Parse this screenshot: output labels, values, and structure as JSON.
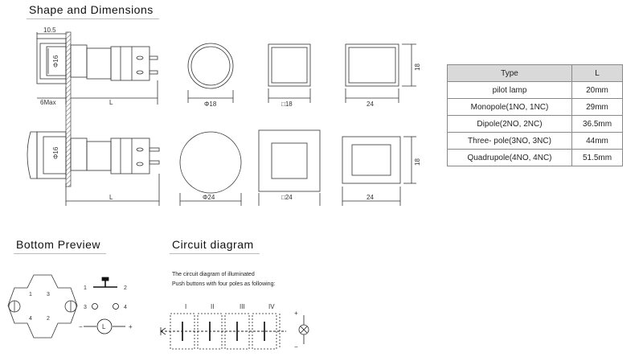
{
  "sections": {
    "shape": "Shape and Dimensions",
    "bottom": "Bottom Preview",
    "circuit": "Circuit diagram"
  },
  "dims": {
    "d105": "10.5",
    "d6max": "6Max",
    "dL": "L",
    "phi16": "Φ16",
    "phi18": "Φ18",
    "sq18": "□18",
    "d24": "24",
    "d18": "18",
    "phi24": "Φ24",
    "sq24": "□24"
  },
  "table": {
    "headers": [
      "Type",
      "L"
    ],
    "rows": [
      [
        "pilot lamp",
        "20mm"
      ],
      [
        "Monopole(1NO, 1NC)",
        "29mm"
      ],
      [
        "Dipole(2NO, 2NC)",
        "36.5mm"
      ],
      [
        "Three- pole(3NO, 3NC)",
        "44mm"
      ],
      [
        "Quadrupole(4NO, 4NC)",
        "51.5mm"
      ]
    ]
  },
  "bottom_preview": {
    "pin1": "1",
    "pin2": "2",
    "pin3": "3",
    "pin4": "4",
    "minus": "−",
    "plus": "+",
    "lamp": "L"
  },
  "circuit": {
    "line1": "The circuit diagram of illuminated",
    "line2": "Push buttons with four poles as following:",
    "poles": [
      "I",
      "II",
      "III",
      "IV"
    ],
    "plus": "+",
    "minus": "−"
  },
  "colors": {
    "line": "#333333",
    "header_bg": "#d9d9d9",
    "hatch": "#777777"
  }
}
